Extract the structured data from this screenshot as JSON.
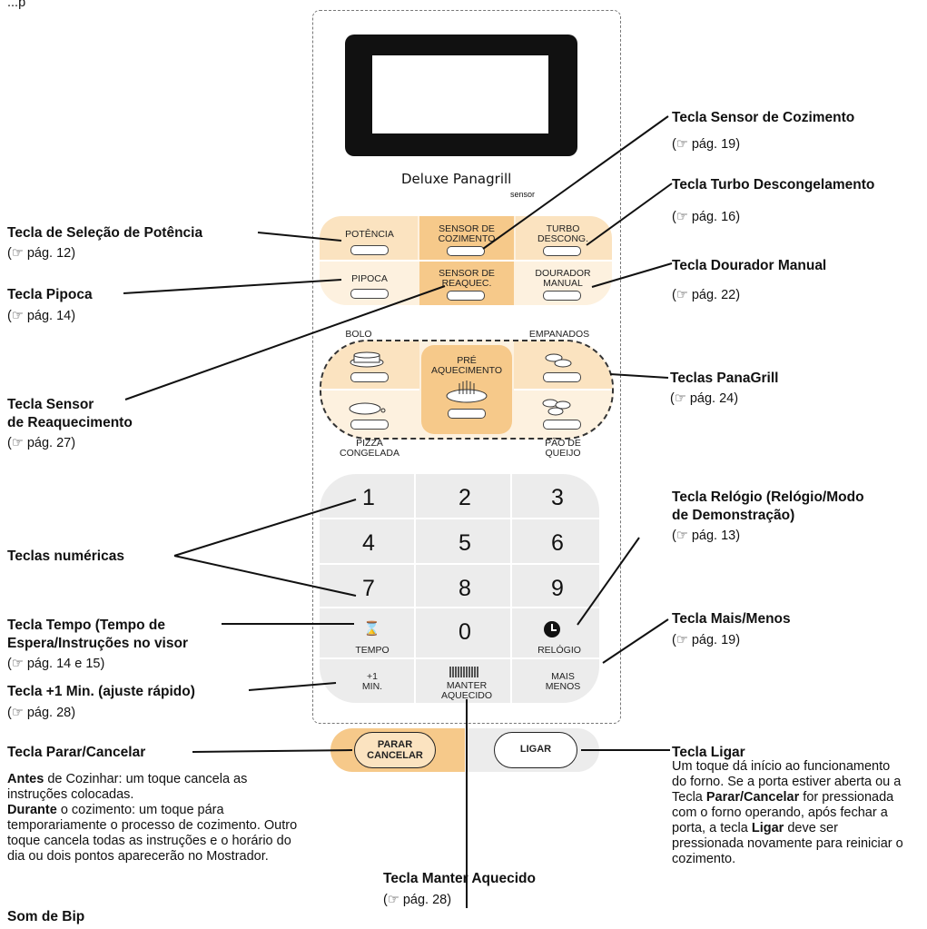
{
  "header_fragment": "...p",
  "panel": {
    "brand": "Deluxe Panagrill",
    "brand_sub": "sensor",
    "keys_top": {
      "potencia": "POTÊNCIA",
      "sensor_cozimento": [
        "SENSOR DE",
        "COZIMENTO"
      ],
      "turbo": [
        "TURBO",
        "DESCONG."
      ],
      "pipoca": "PIPOCA",
      "sensor_reaquec": [
        "SENSOR DE",
        "REAQUEC."
      ],
      "dourador": [
        "DOURADOR",
        "MANUAL"
      ]
    },
    "panagrill": {
      "bolo": "BOLO",
      "empanados": "EMPANADOS",
      "pre_aquec": [
        "PRÉ",
        "AQUECIMENTO"
      ],
      "pizza": [
        "PIZZA",
        "CONGELADA"
      ],
      "pao": [
        "PÃO DE",
        "QUEIJO"
      ]
    },
    "numpad": {
      "digits": [
        "1",
        "2",
        "3",
        "4",
        "5",
        "6",
        "7",
        "8",
        "9",
        "0"
      ],
      "tempo": "TEMPO",
      "relogio": "RELÓGIO",
      "plus1": [
        "+1",
        "MIN."
      ],
      "manter": [
        "MANTER",
        "AQUECIDO"
      ],
      "mais_menos": [
        "MAIS",
        "MENOS"
      ]
    },
    "parar": [
      "PARAR",
      "CANCELAR"
    ],
    "ligar": "LIGAR"
  },
  "callouts": {
    "potencia": {
      "title": "Tecla de Seleção de Potência",
      "ref": "(☞ pág. 12)"
    },
    "pipoca": {
      "title": "Tecla Pipoca",
      "ref": "(☞ pág. 14)"
    },
    "sensor_reaquec": {
      "title": [
        "Tecla Sensor",
        "de Reaquecimento"
      ],
      "ref": "(☞ pág. 27)"
    },
    "numericas": {
      "title": "Teclas numéricas"
    },
    "tempo": {
      "title": [
        "Tecla Tempo (Tempo de",
        "Espera/Instruções no visor"
      ],
      "ref": "(☞ pág. 14 e 15)"
    },
    "plus1": {
      "title": "Tecla +1 Min. (ajuste rápido)",
      "ref": "(☞ pág. 28)"
    },
    "parar": {
      "title": "Tecla Parar/Cancelar",
      "antes_bold": "Antes",
      "antes_text": " de Cozinhar: um toque cancela as instruções colocadas.",
      "durante_bold": "Durante",
      "durante_text": " o cozimento: um toque pára temporariamente o processo de cozimento. Outro toque cancela todas as instruções e o horário do dia ou dois pontos aparecerão no Mostrador."
    },
    "som": {
      "title": "Som de Bip"
    },
    "sensor_cozimento": {
      "title": "Tecla Sensor de Cozimento",
      "ref": "(☞ pág. 19)"
    },
    "turbo": {
      "title": "Tecla Turbo Descongelamento",
      "ref": "(☞ pág. 16)"
    },
    "dourador": {
      "title": "Tecla Dourador Manual",
      "ref": "(☞ pág. 22)"
    },
    "panagrill": {
      "title": "Teclas PanaGrill",
      "ref": "(☞ pág. 24)"
    },
    "relogio": {
      "title": [
        "Tecla Relógio (Relógio/Modo",
        "de Demonstração)"
      ],
      "ref": "(☞ pág. 13)"
    },
    "mais_menos": {
      "title": "Tecla Mais/Menos",
      "ref": "(☞ pág. 19)"
    },
    "ligar": {
      "title": "Tecla Ligar",
      "text_1": "Um toque dá início ao funcionamento do forno. Se a porta estiver aberta ou a Tecla ",
      "bold_1": "Parar/Cancelar",
      "text_2": " for pressionada com o forno operando, após fechar a porta, a tecla ",
      "bold_2": "Ligar",
      "text_3": " deve ser pressionada novamente para reiniciar o cozimento."
    },
    "manter": {
      "title": "Tecla Manter Aquecido",
      "ref": "(☞ pág. 28)"
    }
  },
  "colors": {
    "accent_orange": "#f6c98a",
    "light_peach": "#fbe3c0",
    "pale_peach": "#fdf1df",
    "light_gray": "#ececec",
    "dark_frame": "#111111"
  }
}
